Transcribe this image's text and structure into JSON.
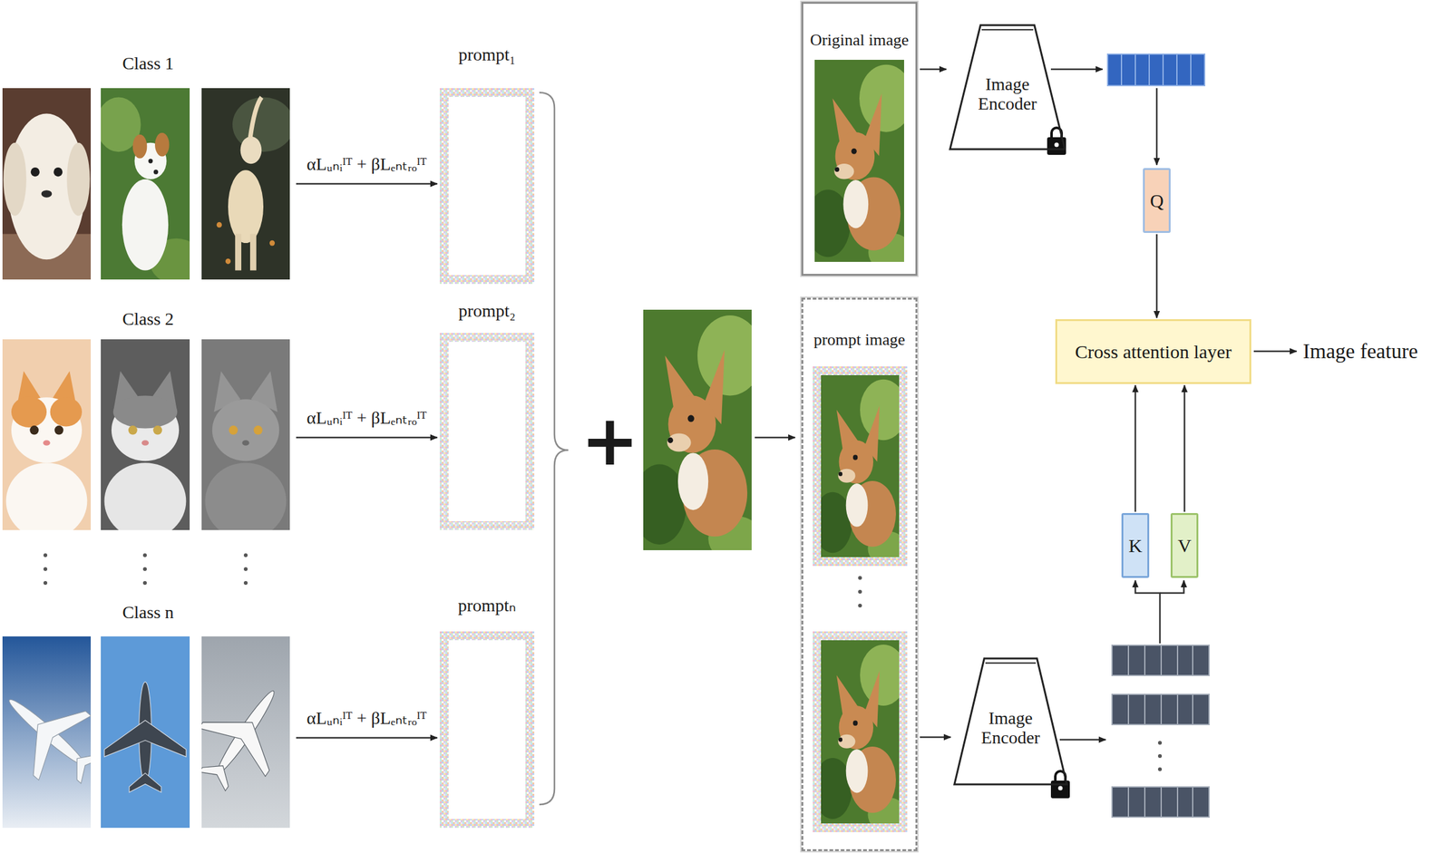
{
  "diagram": {
    "nodes": [
      {
        "text": [
          "Class 1"
        ]
      },
      {
        "text": [
          "Class 2"
        ]
      },
      {
        "text": [
          "Class n"
        ]
      },
      {
        "text": [
          "prompt₁"
        ]
      },
      {
        "text": [
          "prompt₂"
        ]
      },
      {
        "text": [
          "promptₙ"
        ]
      },
      {
        "text": [
          "Original image"
        ]
      },
      {
        "text": [
          "prompt image"
        ]
      },
      {
        "text": [
          "Image Encoder"
        ]
      },
      {
        "text": [
          "Image Encoder"
        ]
      },
      {
        "text": [
          "Q"
        ]
      },
      {
        "text": [
          "Cross attention layer"
        ]
      },
      {
        "text": [
          "K"
        ]
      },
      {
        "text": [
          "V"
        ]
      }
    ],
    "edges": [
      {
        "from": 0,
        "to": 3,
        "label": "αLᵤₙᵢᴵᵀ + βLₑₙₜᵣₒᴵᵀ",
        "arrow": "to"
      },
      {
        "from": 1,
        "to": 4,
        "label": "αLᵤₙᵢᴵᵀ + βLₑₙₜᵣₒᴵᵀ",
        "arrow": "to"
      },
      {
        "from": 2,
        "to": 5,
        "label": "αLᵤₙᵢᴵᵀ + βLₑₙₜᵣₒᴵᵀ",
        "arrow": "to"
      },
      {
        "from": 6,
        "to": 8,
        "arrow": "to"
      },
      {
        "from": 7,
        "to": 9,
        "arrow": "to"
      },
      {
        "from": 10,
        "to": 11,
        "arrow": "to"
      },
      {
        "from": 12,
        "to": 11,
        "arrow": "to"
      },
      {
        "from": 13,
        "to": 11,
        "arrow": "to"
      }
    ],
    "labels": [
      "+",
      "Image feature"
    ]
  }
}
